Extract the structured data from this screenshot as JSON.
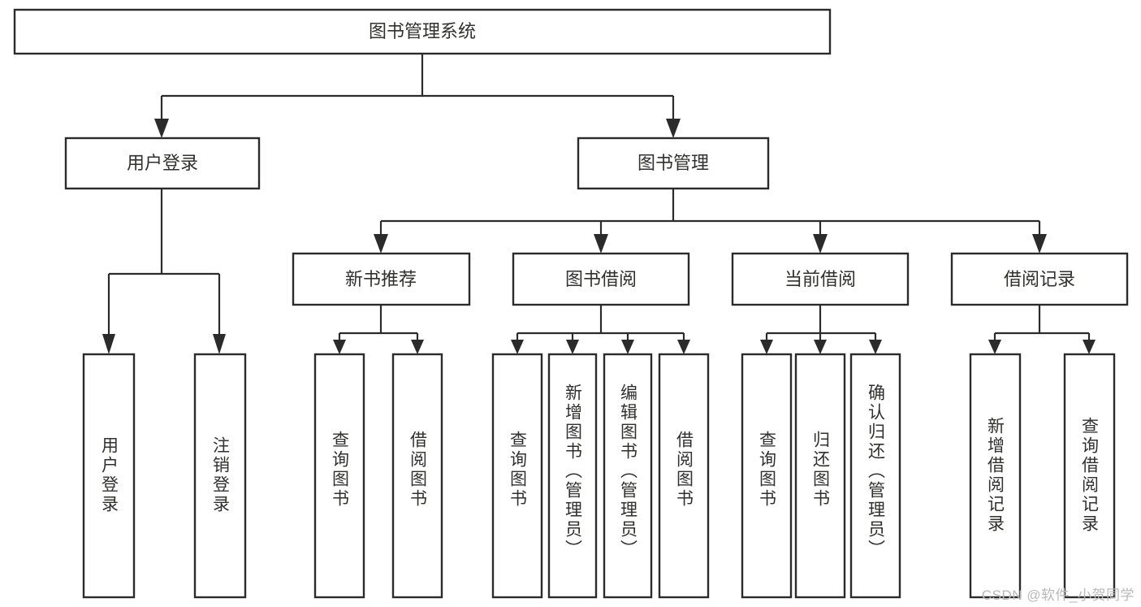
{
  "diagram": {
    "title": "图书管理系统",
    "watermark": "CSDN @软件_小贺同学",
    "colors": {
      "background": "#ffffff",
      "stroke": "#2b2b2b",
      "text": "#30302f",
      "watermark": "#b9b9b9"
    },
    "root": {
      "label": "图书管理系统"
    },
    "level2": [
      {
        "label": "用户登录"
      },
      {
        "label": "图书管理"
      }
    ],
    "level3": [
      {
        "label": "新书推荐"
      },
      {
        "label": "图书借阅"
      },
      {
        "label": "当前借阅"
      },
      {
        "label": "借阅记录"
      }
    ],
    "leaves": {
      "user_login": [
        {
          "label": "用户登录"
        },
        {
          "label": "注销登录"
        }
      ],
      "new_book_recommend": [
        {
          "label": "查询图书"
        },
        {
          "label": "借阅图书"
        }
      ],
      "book_borrow": [
        {
          "label": "查询图书"
        },
        {
          "label": "新增图书（管理员）"
        },
        {
          "label": "编辑图书（管理员）"
        },
        {
          "label": "借阅图书"
        }
      ],
      "current_borrow": [
        {
          "label": "查询图书"
        },
        {
          "label": "归还图书"
        },
        {
          "label": "确认归还（管理员）"
        }
      ],
      "borrow_records": [
        {
          "label": "新增借阅记录"
        },
        {
          "label": "查询借阅记录"
        }
      ]
    }
  }
}
